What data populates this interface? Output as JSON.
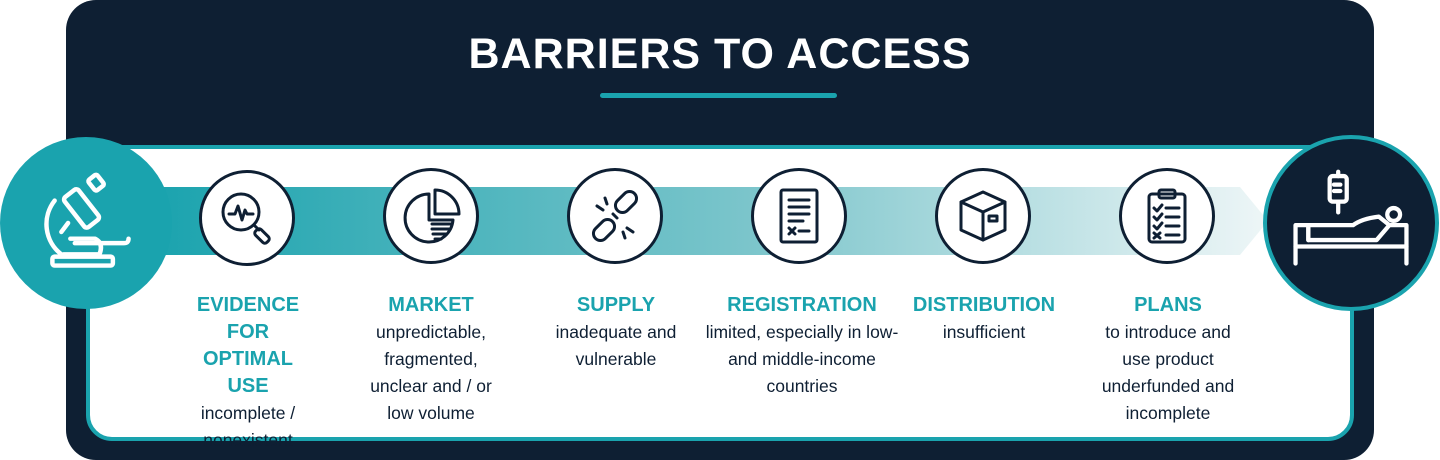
{
  "title": "BARRIERS TO ACCESS",
  "colors": {
    "navy": "#0e1f33",
    "teal": "#1aa3ae",
    "white": "#ffffff"
  },
  "endpoints": {
    "start_icon": "microscope-icon",
    "end_icon": "hospital-bed-iv-icon"
  },
  "barriers": [
    {
      "icon": "magnifier-pulse-icon",
      "heading": "EVIDENCE FOR OPTIMAL USE",
      "description": "incomplete / nonexistent"
    },
    {
      "icon": "pie-chart-icon",
      "heading": "MARKET",
      "description": "unpredictable, fragmented, unclear and / or low volume"
    },
    {
      "icon": "broken-chain-icon",
      "heading": "SUPPLY",
      "description": "inadequate and vulnerable"
    },
    {
      "icon": "document-x-icon",
      "heading": "REGISTRATION",
      "description": "limited, especially in low-and middle-income countries"
    },
    {
      "icon": "box-icon",
      "heading": "DISTRIBUTION",
      "description": "insufficient"
    },
    {
      "icon": "clipboard-checklist-icon",
      "heading": "PLANS",
      "description": "to introduce and use product underfunded and incomplete"
    }
  ]
}
